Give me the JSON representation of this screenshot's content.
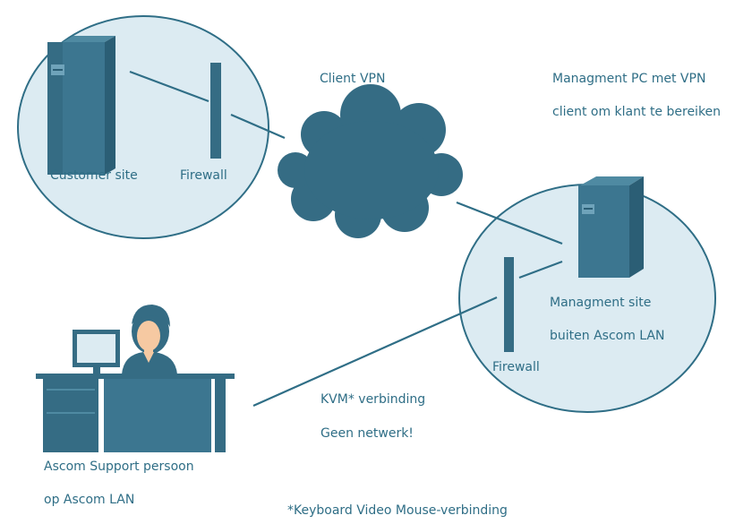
{
  "colors": {
    "accent": "#2f6e86",
    "fill": "#dcebf2",
    "dark": "#356c84",
    "skin": "#f6c9a2"
  },
  "labels": {
    "customer_site": "Customer site",
    "firewall_customer": "Firewall",
    "client_vpn": "Client VPN",
    "management_pc_line1": "Managment PC met VPN",
    "management_pc_line2": "client om klant te bereiken",
    "management_site_line1": "Managment site",
    "management_site_line2": "buiten Ascom LAN",
    "firewall_management": "Firewall",
    "kvm_line1": "KVM* verbinding",
    "kvm_line2": "Geen netwerk!",
    "support_line1": "Ascom Support persoon",
    "support_line2": "op Ascom LAN",
    "footnote": "*Keyboard Video Mouse-verbinding"
  },
  "icons": [
    "server-icon",
    "firewall-icon",
    "cloud-icon",
    "support-person-icon",
    "monitor-icon",
    "desk-icon"
  ]
}
